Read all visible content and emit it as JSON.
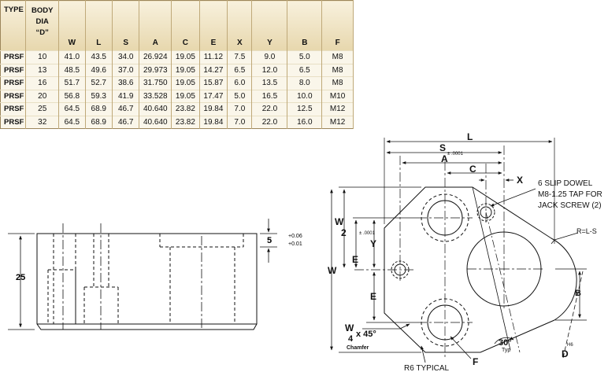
{
  "table": {
    "headers": [
      "TYPE",
      "BODY",
      "DIA",
      "“D”",
      "W",
      "L",
      "S",
      "A",
      "C",
      "E",
      "X",
      "Y",
      "B",
      "F"
    ],
    "rows": [
      [
        "PRSF",
        "10",
        "41.0",
        "43.5",
        "34.0",
        "26.924",
        "19.05",
        "11.12",
        "7.5",
        "9.0",
        "5.0",
        "M8"
      ],
      [
        "PRSF",
        "13",
        "48.5",
        "49.6",
        "37.0",
        "29.973",
        "19.05",
        "14.27",
        "6.5",
        "12.0",
        "6.5",
        "M8"
      ],
      [
        "PRSF",
        "16",
        "51.7",
        "52.7",
        "38.6",
        "31.750",
        "19.05",
        "15.87",
        "6.0",
        "13.5",
        "8.0",
        "M8"
      ],
      [
        "PRSF",
        "20",
        "56.8",
        "59.3",
        "41.9",
        "33.528",
        "19.05",
        "17.47",
        "5.0",
        "16.5",
        "10.0",
        "M10"
      ],
      [
        "PRSF",
        "25",
        "64.5",
        "68.9",
        "46.7",
        "40.640",
        "23.82",
        "19.84",
        "7.0",
        "22.0",
        "12.5",
        "M12"
      ],
      [
        "PRSF",
        "32",
        "64.5",
        "68.9",
        "46.7",
        "40.640",
        "23.82",
        "19.84",
        "7.0",
        "22.0",
        "16.0",
        "M12"
      ]
    ]
  },
  "side_view": {
    "height_label": "25",
    "depth_label": "5",
    "tol_plus": "+0.06",
    "tol_minus": "+0.01"
  },
  "plan_view": {
    "L": "L",
    "S": "S",
    "S_tol": "± .0001",
    "A": "A",
    "C": "C",
    "X": "X",
    "W": "W",
    "W_half_num": "W",
    "W_half_den": "2",
    "E": "E",
    "E_tol": "± .0001",
    "Y": "Y",
    "B": "B",
    "dowel_line1": "6 SLIP DOWEL",
    "dowel_line2": "M8-1.25 TAP FOR",
    "dowel_line3": "JACK SCREW (2)",
    "radius": "R=L-S",
    "chamfer_num": "W",
    "chamfer_den": "4",
    "chamfer_x": "x 45°",
    "chamfer_word": "Chamfer",
    "r6": "R6 TYPICAL",
    "F": "F",
    "angle": "30°",
    "angle_typ": "Typ",
    "D": "D",
    "D_tol": "H6"
  }
}
